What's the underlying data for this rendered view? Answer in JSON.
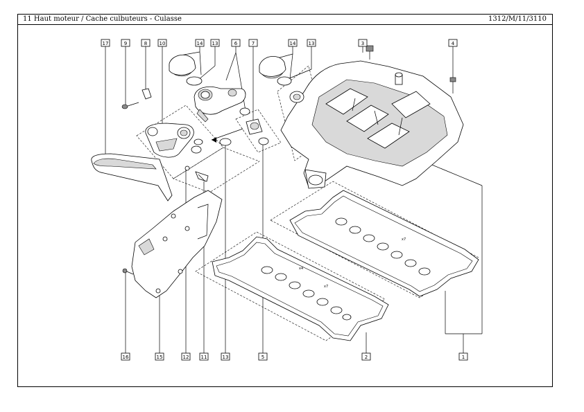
{
  "header": {
    "title": "11 Haut moteur / Cache culbuteurs - Culasse",
    "reference": "1312/M/11/3110"
  },
  "quantities": {
    "q1": "x7",
    "q2": "x4",
    "q3": "x7"
  },
  "callouts": [
    {
      "id": "c17",
      "label": "17"
    },
    {
      "id": "c9",
      "label": "9"
    },
    {
      "id": "c8",
      "label": "8"
    },
    {
      "id": "c10",
      "label": "10"
    },
    {
      "id": "c14a",
      "label": "14"
    },
    {
      "id": "c13a",
      "label": "13"
    },
    {
      "id": "c6",
      "label": "6"
    },
    {
      "id": "c7",
      "label": "7"
    },
    {
      "id": "c14b",
      "label": "14"
    },
    {
      "id": "c13b",
      "label": "13"
    },
    {
      "id": "c3",
      "label": "3"
    },
    {
      "id": "c4",
      "label": "4"
    },
    {
      "id": "c16",
      "label": "16"
    },
    {
      "id": "c15",
      "label": "15"
    },
    {
      "id": "c12",
      "label": "12"
    },
    {
      "id": "c11",
      "label": "11"
    },
    {
      "id": "c13c",
      "label": "13"
    },
    {
      "id": "c5",
      "label": "5"
    },
    {
      "id": "c2",
      "label": "2"
    },
    {
      "id": "c1",
      "label": "1"
    }
  ]
}
